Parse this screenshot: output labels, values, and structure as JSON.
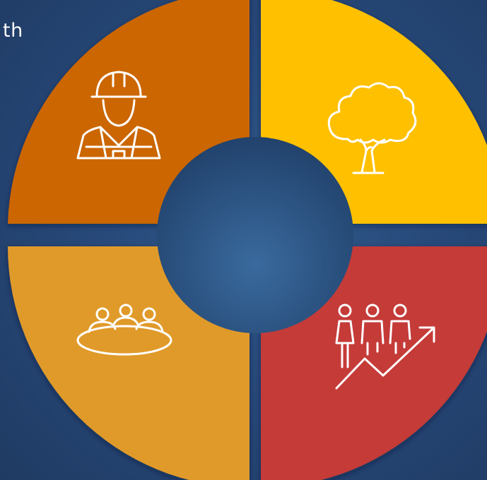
{
  "slide": {
    "fragment_text": "th"
  },
  "ring": {
    "segments": [
      {
        "name": "workers",
        "color": "#cc6600",
        "icon": "construction-worker-icon"
      },
      {
        "name": "environment",
        "color": "#ffc000",
        "icon": "tree-icon"
      },
      {
        "name": "community",
        "color": "#e09a2a",
        "icon": "meeting-table-icon"
      },
      {
        "name": "growth",
        "color": "#c43b37",
        "icon": "people-growth-icon"
      }
    ],
    "center_color": "#2a5584",
    "icon_color": "#ffffff"
  }
}
